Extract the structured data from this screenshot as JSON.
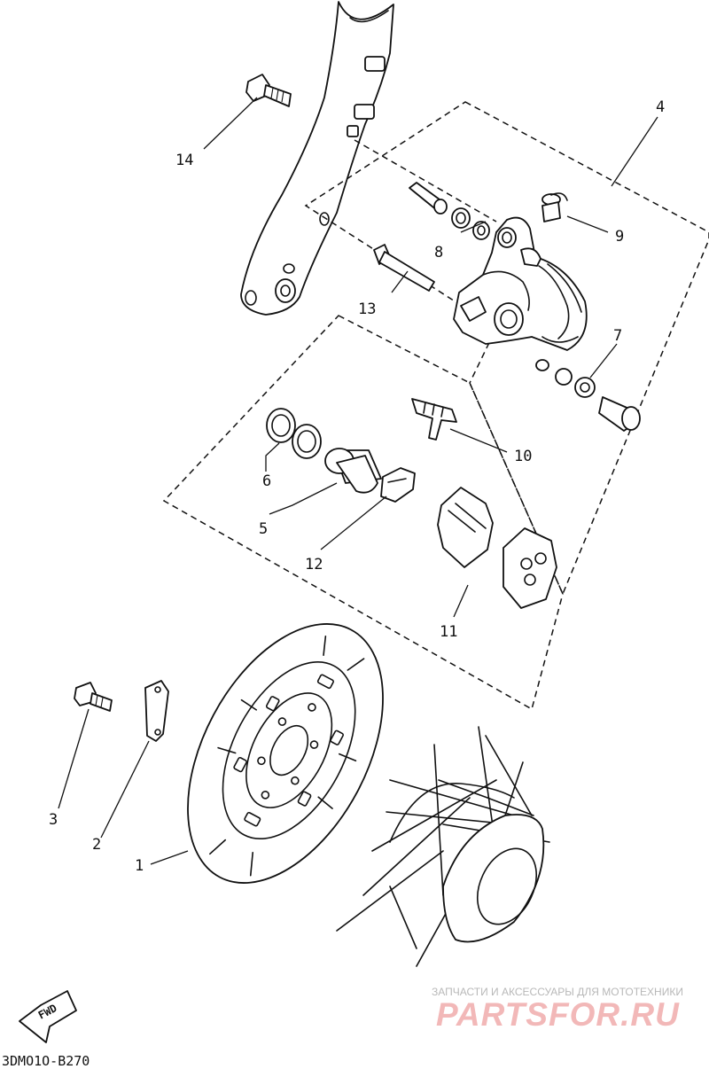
{
  "labels": {
    "p1": "1",
    "p2": "2",
    "p3": "3",
    "p4": "4",
    "p5": "5",
    "p6": "6",
    "p7": "7",
    "p8": "8",
    "p9": "9",
    "p10": "10",
    "p11": "11",
    "p12": "12",
    "p13": "13",
    "p14": "14"
  },
  "direction_arrow": "FWD",
  "diagram_code": "3DMO1O-B270",
  "watermark": {
    "tagline": "ЗАПЧАСТИ И АКСЕССУАРЫ ДЛЯ МОТОТЕХНИКИ",
    "logo": "PARTSFOR.RU"
  }
}
